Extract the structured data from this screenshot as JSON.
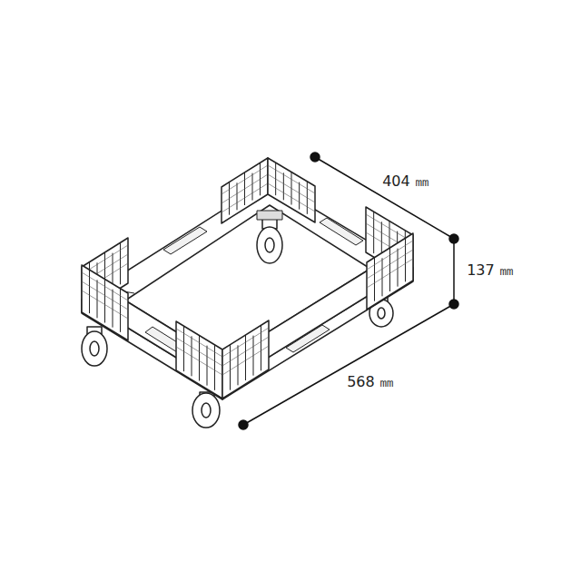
{
  "diagram": {
    "labels": [
      "404 ㎜",
      "137 ㎜",
      "568 ㎜"
    ]
  }
}
